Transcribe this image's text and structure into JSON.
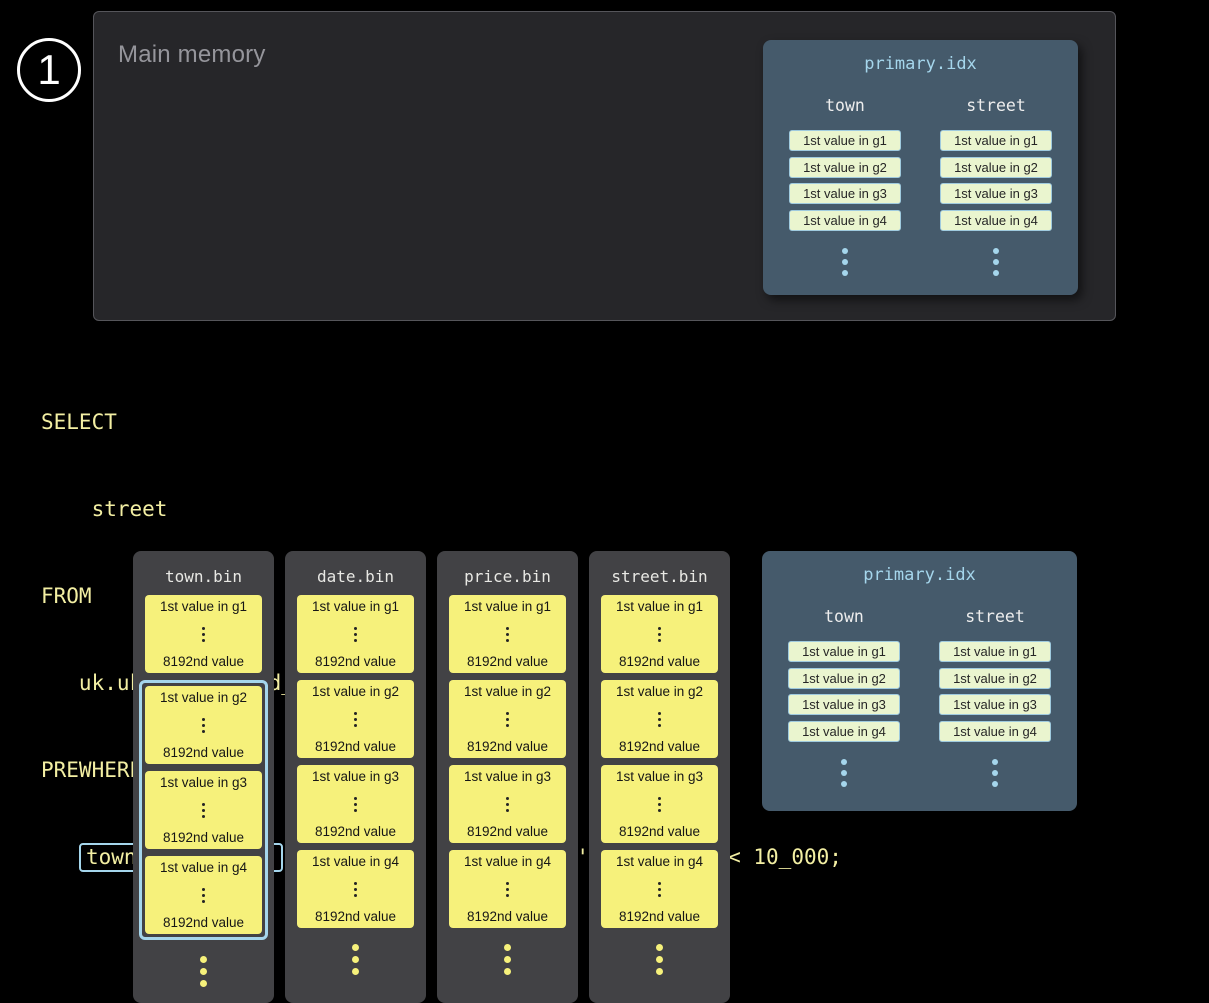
{
  "step_badge": "1",
  "main_memory": {
    "title": "Main memory"
  },
  "index_card": {
    "title": "primary.idx",
    "columns": [
      {
        "name": "town",
        "cells": [
          "1st value in g1",
          "1st value in g2",
          "1st value in g3",
          "1st value in g4"
        ]
      },
      {
        "name": "street",
        "cells": [
          "1st value in g1",
          "1st value in g2",
          "1st value in g3",
          "1st value in g4"
        ]
      }
    ]
  },
  "sql": {
    "lines": [
      "SELECT",
      "    street",
      "FROM",
      "   uk.uk_price_paid_simple",
      "PREWHERE"
    ],
    "prewhere_indent": "   ",
    "highlighted_predicate": "town = 'LONDON'",
    "predicate_rest": " AND date > '2024-12-31' AND price < 10_000;"
  },
  "bin_files": [
    {
      "title": "town.bin",
      "blocks": [
        {
          "first": "1st value in g1",
          "last": "8192nd value"
        },
        {
          "first": "1st value in g2",
          "last": "8192nd value"
        },
        {
          "first": "1st value in g3",
          "last": "8192nd value"
        },
        {
          "first": "1st value in g4",
          "last": "8192nd value"
        }
      ]
    },
    {
      "title": "date.bin",
      "blocks": [
        {
          "first": "1st value in g1",
          "last": "8192nd value"
        },
        {
          "first": "1st value in g2",
          "last": "8192nd value"
        },
        {
          "first": "1st value in g3",
          "last": "8192nd value"
        },
        {
          "first": "1st value in g4",
          "last": "8192nd value"
        }
      ]
    },
    {
      "title": "price.bin",
      "blocks": [
        {
          "first": "1st value in g1",
          "last": "8192nd value"
        },
        {
          "first": "1st value in g2",
          "last": "8192nd value"
        },
        {
          "first": "1st value in g3",
          "last": "8192nd value"
        },
        {
          "first": "1st value in g4",
          "last": "8192nd value"
        }
      ]
    },
    {
      "title": "street.bin",
      "blocks": [
        {
          "first": "1st value in g1",
          "last": "8192nd value"
        },
        {
          "first": "1st value in g2",
          "last": "8192nd value"
        },
        {
          "first": "1st value in g3",
          "last": "8192nd value"
        },
        {
          "first": "1st value in g4",
          "last": "8192nd value"
        }
      ]
    }
  ]
}
